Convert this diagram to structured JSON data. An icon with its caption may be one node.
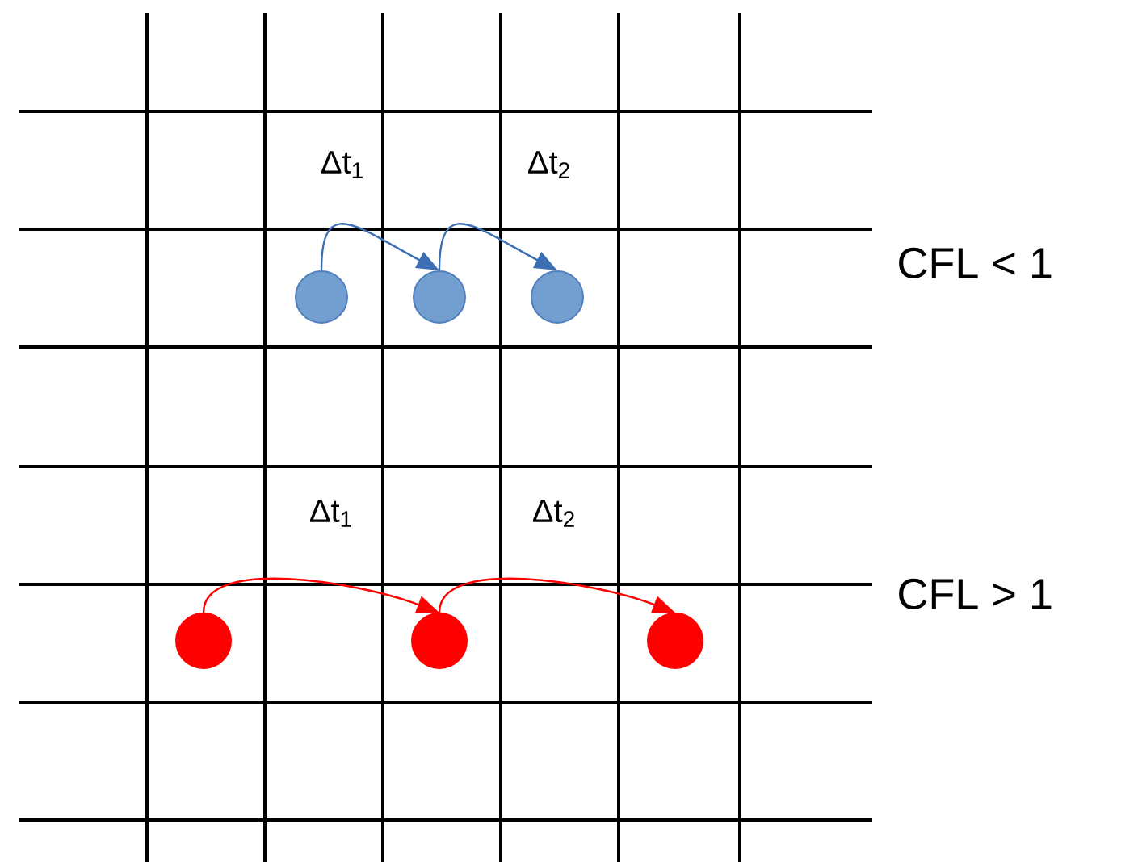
{
  "diagram": {
    "nodes": [
      {
        "text": [],
        "shape": "circle"
      },
      {
        "text": [],
        "shape": "circle"
      },
      {
        "text": [],
        "shape": "circle"
      },
      {
        "text": [],
        "shape": "circle"
      },
      {
        "text": [],
        "shape": "circle"
      },
      {
        "text": [],
        "shape": "circle"
      }
    ],
    "edges": [
      {
        "from": 0,
        "to": 1,
        "arrow": "to",
        "label": "Δt$_{1}$",
        "color": "#3c6eb4"
      },
      {
        "from": 1,
        "to": 2,
        "arrow": "to",
        "label": "Δt$_{2}$",
        "color": "#3c6eb4"
      },
      {
        "from": 3,
        "to": 4,
        "arrow": "to",
        "label": "Δt$_{1}$",
        "color": "#ff0000"
      },
      {
        "from": 4,
        "to": 5,
        "arrow": "to",
        "label": "Δt$_{2}$",
        "color": "#ff0000"
      }
    ],
    "labels": [
      "CFL < 1",
      "CFL > 1"
    ]
  }
}
